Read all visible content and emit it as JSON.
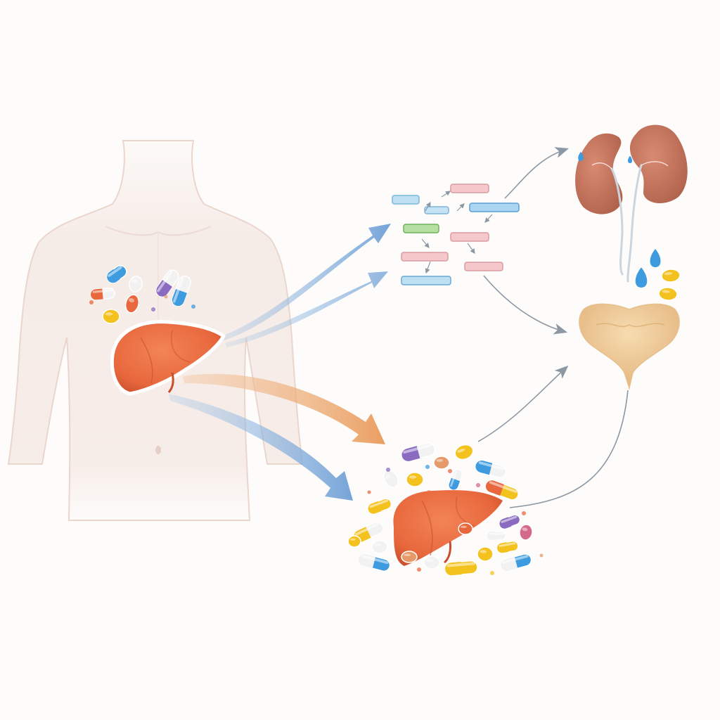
{
  "diagram": {
    "palette": {
      "background": "#fdfcfb",
      "skin": "#f6ebe6",
      "skin_outline": "#e8d2c8",
      "liver": "#e8673c",
      "liver_dark": "#c84e2c",
      "kidney": "#c97a62",
      "bladder": "#f1cf9a",
      "flow_blue": "#8fb6dc",
      "flow_orange": "#eeaa6e",
      "connector": "#8c98a4",
      "droplet": "#3e9be0"
    },
    "pathway_blocks": [
      {
        "id": "b1",
        "color": "#bfe0f2",
        "stroke": "#7cb6dc"
      },
      {
        "id": "b2",
        "color": "#f5c9cc",
        "stroke": "#d99aa0"
      },
      {
        "id": "b3",
        "color": "#c6e3f5",
        "stroke": "#7cb6dc"
      },
      {
        "id": "b4",
        "color": "#a9d4f2",
        "stroke": "#5d9fd2"
      },
      {
        "id": "b5",
        "color": "#b6e0a3",
        "stroke": "#6fb35a"
      },
      {
        "id": "b6",
        "color": "#f5c9cc",
        "stroke": "#d99aa0"
      },
      {
        "id": "b7",
        "color": "#f5c9cc",
        "stroke": "#d99aa0"
      },
      {
        "id": "b8",
        "color": "#f5c9cc",
        "stroke": "#d99aa0"
      },
      {
        "id": "b9",
        "color": "#bfe0f2",
        "stroke": "#6aa8d6"
      }
    ],
    "pill_colors": [
      "#3e9be0",
      "#f4c21e",
      "#e8673c",
      "#8b6bc0",
      "#f2f2f2",
      "#e59a6a",
      "#d46a8a"
    ],
    "droplet_count": 4
  }
}
